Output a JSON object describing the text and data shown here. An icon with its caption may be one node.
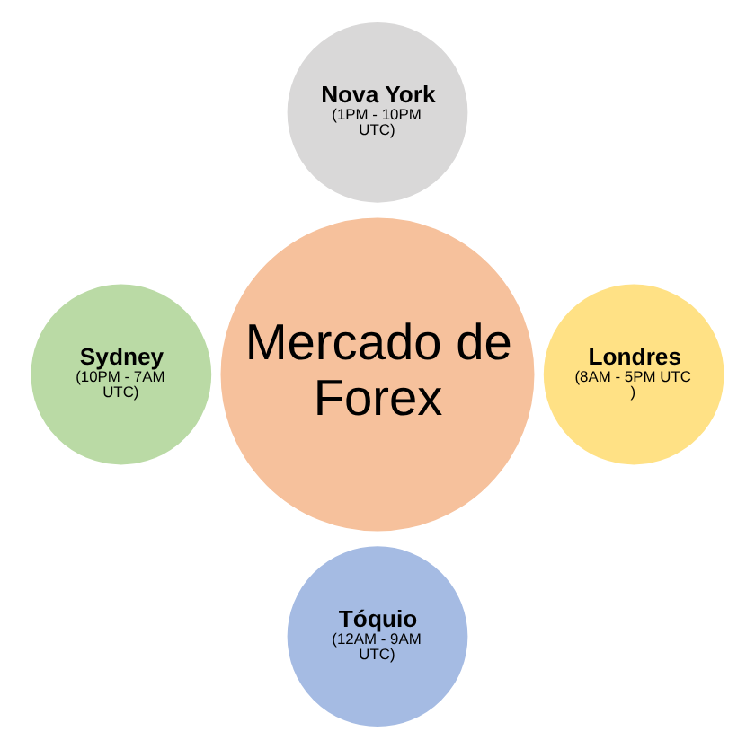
{
  "diagram": {
    "nodes": [
      {
        "text": [
          "Mercado de Forex"
        ]
      },
      {
        "text": [
          "Nova York",
          "(1PM - 10PM UTC)"
        ]
      },
      {
        "text": [
          "Sydney",
          "(10PM - 7AM UTC)"
        ]
      },
      {
        "text": [
          "Londres",
          "(8AM - 5PM UTC )"
        ]
      },
      {
        "text": [
          "Tóquio",
          "(12AM - 9AM UTC)"
        ]
      }
    ],
    "edges": []
  }
}
